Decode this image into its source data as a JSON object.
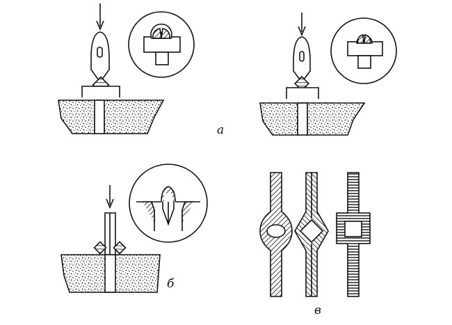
{
  "labels": {
    "a": "а",
    "b": "б",
    "v": "в"
  }
}
